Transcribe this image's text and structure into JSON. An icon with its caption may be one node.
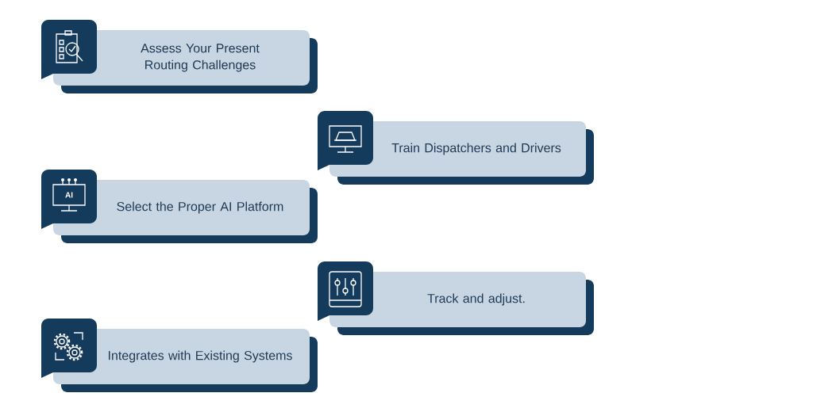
{
  "diagram": {
    "nodes": [
      {
        "text": [
          "Assess Your Present Routing Challenges"
        ]
      },
      {
        "text": [
          "Train Dispatchers and Drivers"
        ]
      },
      {
        "text": [
          "Select the Proper AI Platform"
        ]
      },
      {
        "text": [
          "Track and adjust."
        ]
      },
      {
        "text": [
          "Integrates with Existing Systems"
        ]
      }
    ],
    "labels": [
      "AI"
    ]
  }
}
